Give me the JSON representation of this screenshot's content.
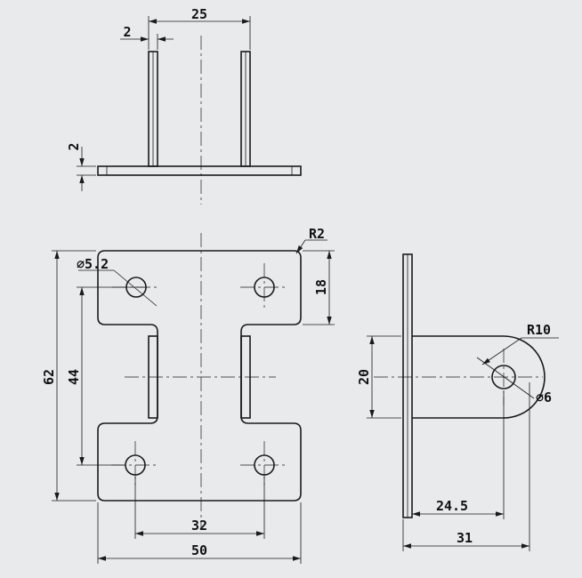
{
  "dimensions": {
    "top_width": "25",
    "top_wall": "2",
    "top_thickness": "2",
    "radius_corner": "R2",
    "hole_small": "⌀5.2",
    "tab_height": "18",
    "overall_height": "62",
    "slot_height": "44",
    "hole_spacing": "32",
    "overall_width": "50",
    "side_height": "20",
    "side_radius": "R10",
    "side_hole": "⌀6",
    "side_hole_dist": "24.5",
    "side_length": "31"
  }
}
